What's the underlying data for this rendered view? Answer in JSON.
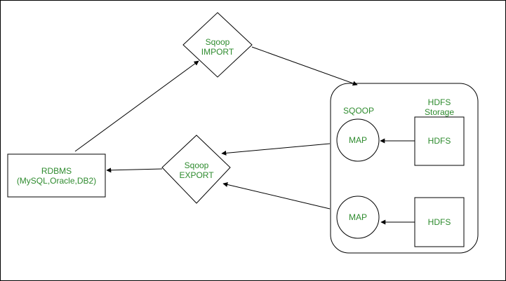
{
  "colors": {
    "label": "#2e8b2e",
    "stroke": "#000000",
    "background": "#ffffff"
  },
  "nodes": {
    "rdbms": {
      "line1": "RDBMS",
      "line2": "(MySQL,Oracle,DB2)"
    },
    "sqoop_import": {
      "line1": "Sqoop",
      "line2": "IMPORT"
    },
    "sqoop_export": {
      "line1": "Sqoop",
      "line2": "EXPORT"
    },
    "sqoop_cluster_label": "SQOOP",
    "hdfs_storage": {
      "line1": "HDFS",
      "line2": "Storage"
    },
    "map_top": "MAP",
    "map_bottom": "MAP",
    "hdfs_top": "HDFS",
    "hdfs_bottom": "HDFS"
  }
}
